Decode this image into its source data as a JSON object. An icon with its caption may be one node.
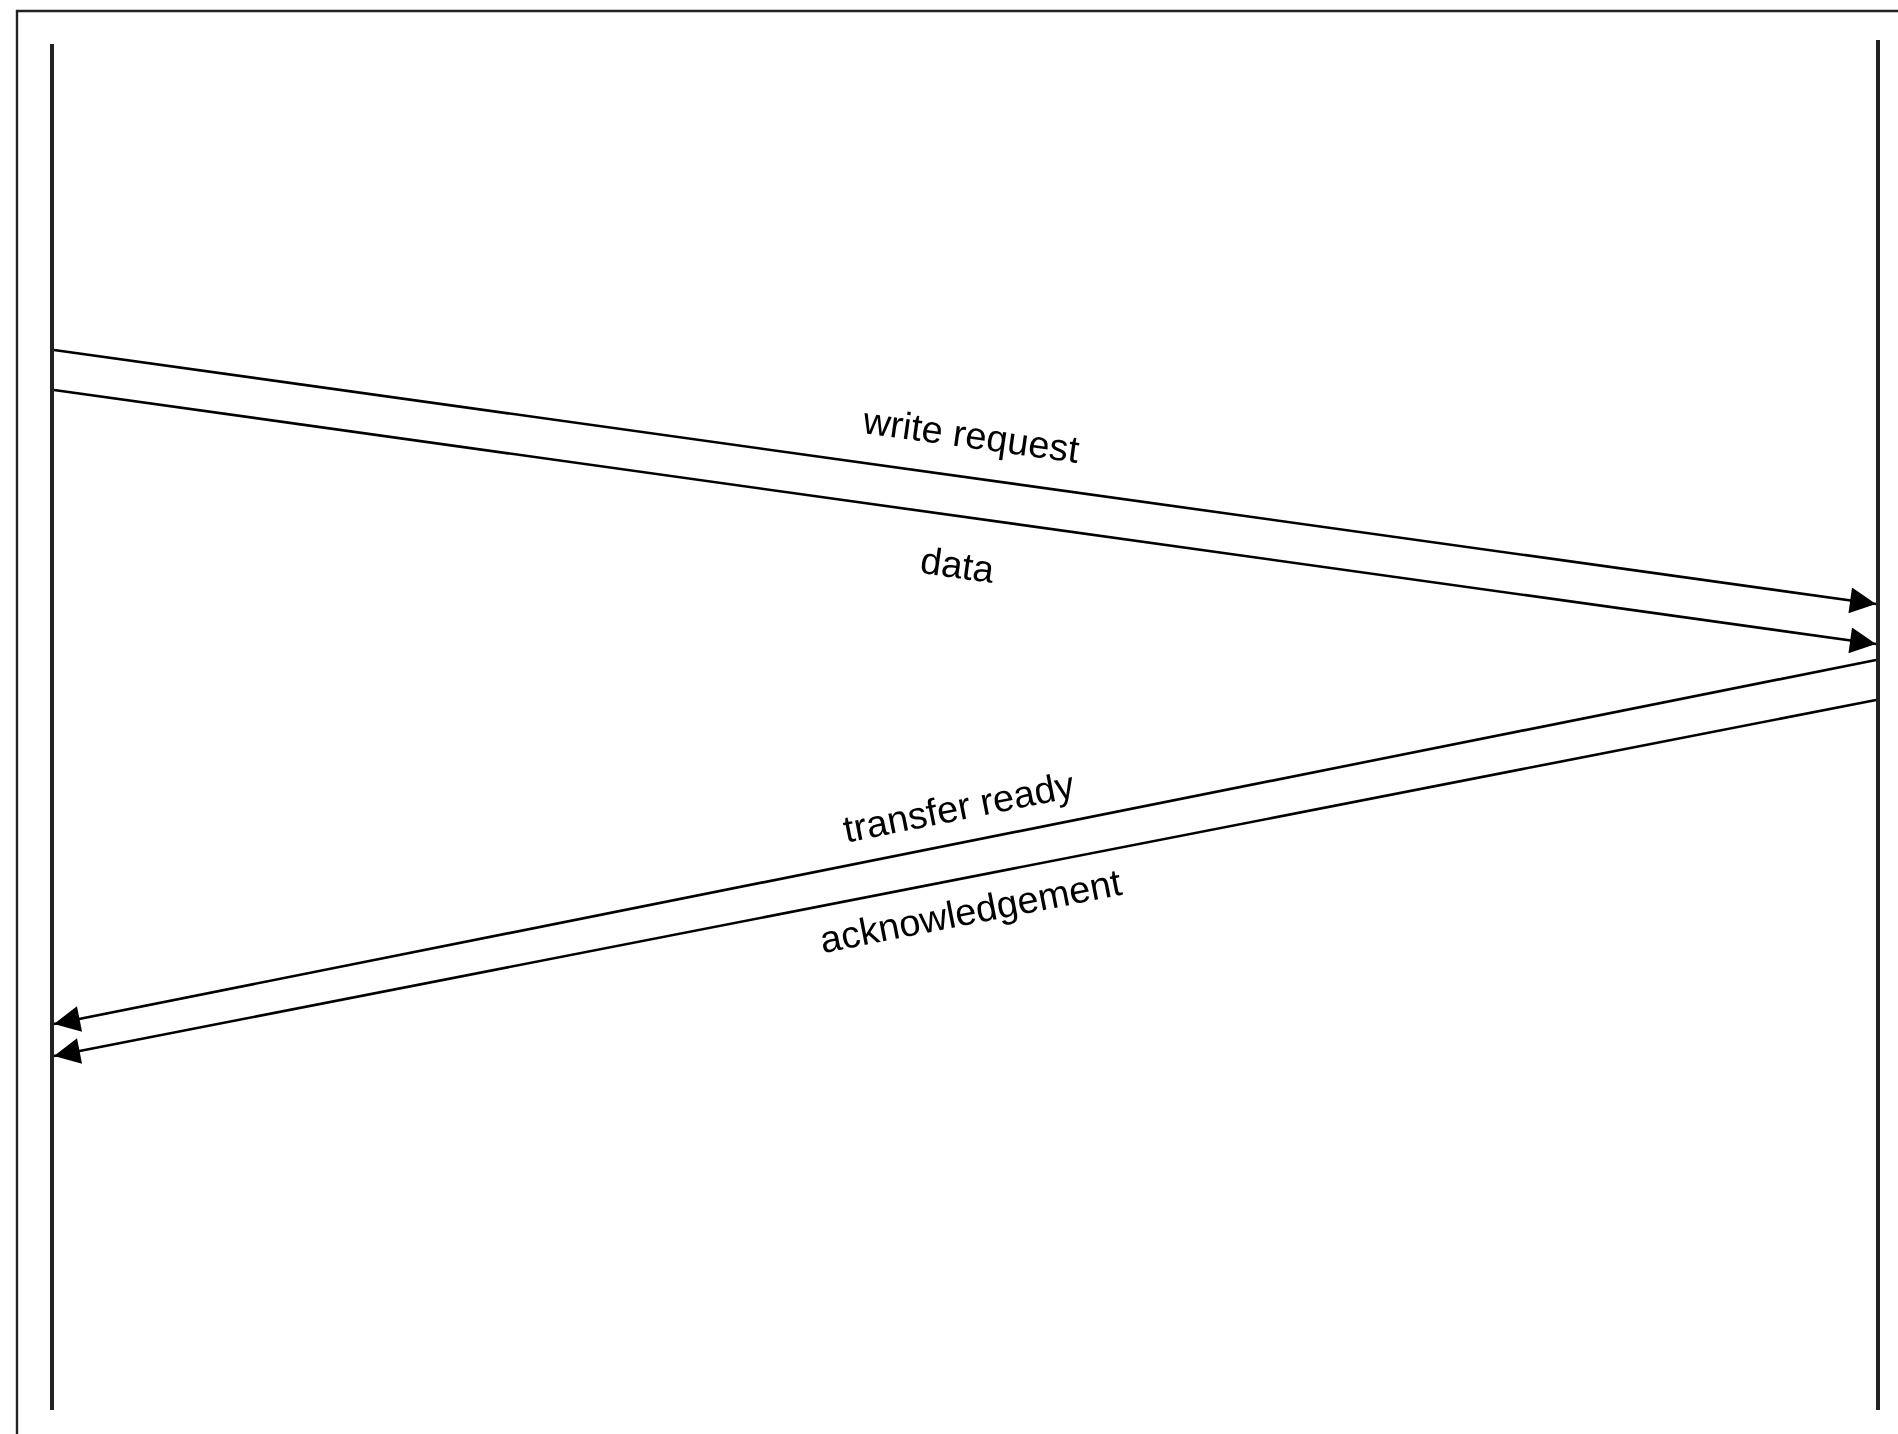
{
  "diagram": {
    "nodes": [
      {
        "text": [],
        "shape": "bar"
      },
      {
        "text": [],
        "shape": "bar"
      }
    ],
    "edges": [
      {
        "from": 0,
        "to": 1,
        "arrow": "to",
        "label": "write request"
      },
      {
        "from": 0,
        "to": 1,
        "arrow": "to",
        "label": "data"
      },
      {
        "from": 1,
        "to": 0,
        "arrow": "to",
        "label": "transfer ready"
      },
      {
        "from": 1,
        "to": 0,
        "arrow": "to",
        "label": "acknowledgement"
      }
    ]
  }
}
